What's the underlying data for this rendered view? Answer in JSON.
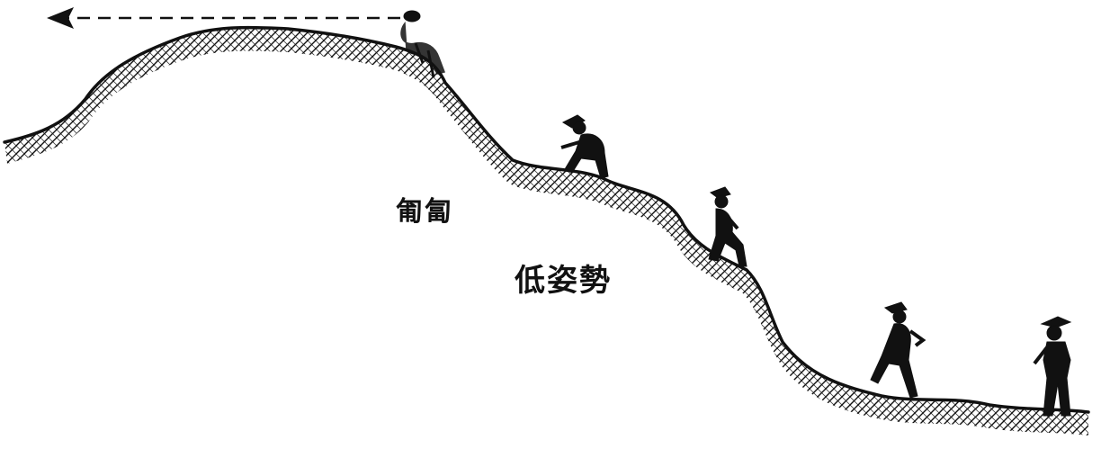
{
  "labels": {
    "upper": "匍匐",
    "lower": "低姿勢"
  },
  "colors": {
    "ink": "#111111",
    "paper": "#ffffff"
  },
  "icons": {
    "arrow": "left-arrow-icon",
    "figures": [
      "soldier-figure",
      "soldier-figure",
      "soldier-figure",
      "soldier-figure",
      "soldier-figure"
    ]
  }
}
